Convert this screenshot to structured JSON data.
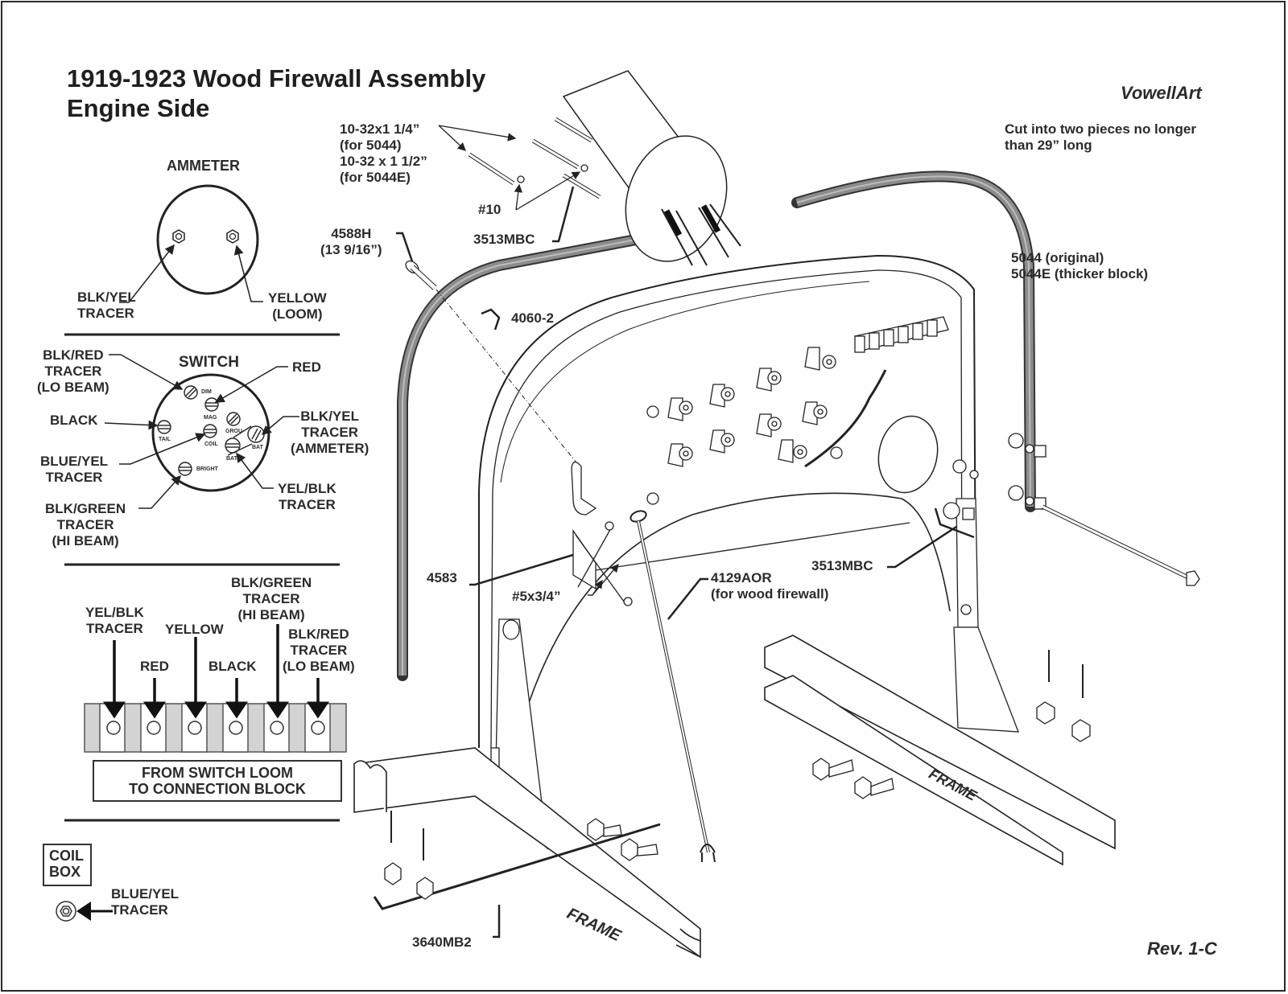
{
  "title": {
    "line1": "1919-1923 Wood Firewall Assembly",
    "line2": "Engine Side"
  },
  "brand": "VowellArt",
  "revision": "Rev. 1-C",
  "ammeter": {
    "heading": "AMMETER",
    "left_terminal": "BLK/YEL\nTRACER",
    "right_terminal": "YELLOW\n(LOOM)"
  },
  "switch": {
    "heading": "SWITCH",
    "terminal_labels": [
      "DIM",
      "MAG",
      "GROU",
      "TAIL",
      "COIL",
      "BAT",
      "BAT",
      "BRIGHT"
    ],
    "callouts": {
      "blk_red": "BLK/RED\nTRACER\n(LO BEAM)",
      "red": "RED",
      "black": "BLACK",
      "blk_yel": "BLK/YEL\nTRACER\n(AMMETER)",
      "blue_yel": "BLUE/YEL\nTRACER",
      "yel_blk": "YEL/BLK\nTRACER",
      "blk_green": "BLK/GREEN\nTRACER\n(HI BEAM)"
    }
  },
  "connection_block": {
    "wires": [
      "YEL/BLK\nTRACER",
      "RED",
      "YELLOW",
      "BLACK",
      "BLK/GREEN\nTRACER\n(HI BEAM)",
      "BLK/RED\nTRACER\n(LO BEAM)"
    ],
    "caption": "FROM SWITCH LOOM\nTO CONNECTION BLOCK"
  },
  "coil_box": {
    "label": "COIL\nBOX",
    "wire": "BLUE/YEL\nTRACER"
  },
  "parts": {
    "screws": "10-32x1 1/4”\n(for 5044)\n10-32 x 1 1/2”\n(for 5044E)",
    "washer": "#10",
    "bracket_top": "3513MBC",
    "rod": "4588H\n(13 9/16”)",
    "welting": "4060-2",
    "cut_note": "Cut into two pieces no longer\nthan 29” long",
    "terminal_block": "5044 (original)\n5044E (thicker block)",
    "latch": "4583",
    "small_screws": "#5x3/4”",
    "hood_rod": "4129AOR\n(for wood firewall)",
    "bracket_right": "3513MBC",
    "frame_bracket": "3640MB2",
    "frame_left": "FRAME",
    "frame_right": "FRAME"
  },
  "colors": {
    "ink": "#262626",
    "welting_gray": "#8c8c8c",
    "block_gray": "#d3d3d3"
  }
}
